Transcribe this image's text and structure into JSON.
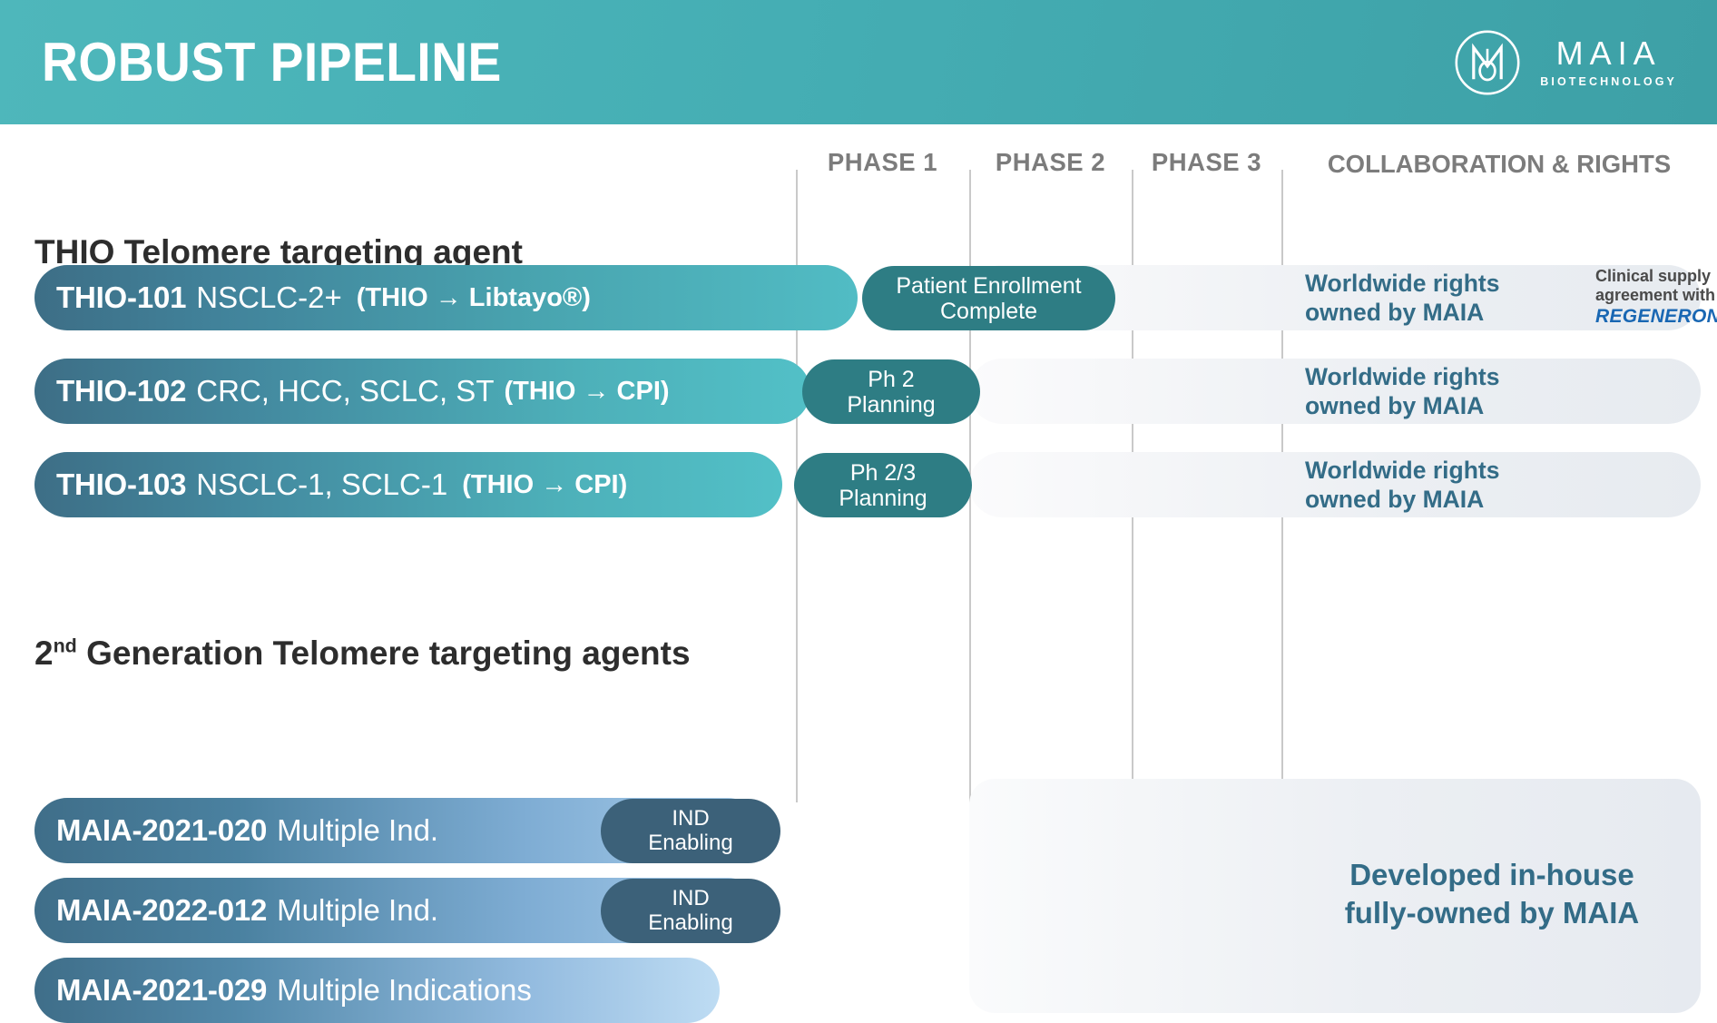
{
  "header": {
    "title": "ROBUST PIPELINE",
    "brand_name": "MAIA",
    "brand_sub": "BIOTECHNOLOGY",
    "logo_icon": "maia-monogram-icon",
    "bg_color_left": "#4eb7bb",
    "bg_color_right": "#3da0a6"
  },
  "columns": {
    "phase1": "PHASE 1",
    "phase2": "PHASE 2",
    "phase3": "PHASE 3",
    "collaboration": "COLLABORATION & RIGHTS"
  },
  "sections": [
    {
      "title": "THIO Telomere targeting agent",
      "title_prefix": "",
      "title_sup": ""
    },
    {
      "title_prefix": "2",
      "title_sup": "nd",
      "title": " Generation Telomere targeting agents"
    }
  ],
  "programs": [
    {
      "code": "THIO-101",
      "indication": "NSCLC-2+",
      "combination": "(THIO → Libtayo®)",
      "milestone": "Patient Enrollment Complete",
      "milestone_line1": "Patient Enrollment",
      "milestone_line2": "Complete",
      "rights": "Worldwide rights owned by MAIA",
      "rights_line1": "Worldwide rights",
      "rights_line2": "owned by MAIA",
      "note_line1": "Clinical supply",
      "note_line2": "agreement with",
      "note_partner": "REGENERON",
      "bar_color_start": "#3d6e86",
      "bar_color_end": "#51bcc4"
    },
    {
      "code": "THIO-102",
      "indication": "CRC, HCC, SCLC, ST",
      "combination": "(THIO → CPI)",
      "milestone": "Ph 2 Planning",
      "milestone_line1": "Ph 2",
      "milestone_line2": "Planning",
      "rights": "Worldwide rights owned by MAIA",
      "rights_line1": "Worldwide rights",
      "rights_line2": "owned by MAIA",
      "bar_color_start": "#3d6e86",
      "bar_color_end": "#52c0c7"
    },
    {
      "code": "THIO-103",
      "indication": "NSCLC-1, SCLC-1",
      "combination": "(THIO → CPI)",
      "milestone": "Ph 2/3 Planning",
      "milestone_line1": "Ph 2/3",
      "milestone_line2": "Planning",
      "rights": "Worldwide rights owned by MAIA",
      "rights_line1": "Worldwide rights",
      "rights_line2": "owned by MAIA",
      "bar_color_start": "#3d6e86",
      "bar_color_end": "#52c0c7"
    },
    {
      "code": "MAIA-2021-020",
      "indication": "Multiple Ind.",
      "combination": "",
      "milestone": "IND Enabling",
      "milestone_line1": "IND",
      "milestone_line2": "Enabling",
      "bar_color_start": "#3f6e89",
      "bar_color_end": "#a9cdea"
    },
    {
      "code": "MAIA-2022-012",
      "indication": "Multiple Ind.",
      "combination": "",
      "milestone": "IND Enabling",
      "milestone_line1": "IND",
      "milestone_line2": "Enabling",
      "bar_color_start": "#3f6e89",
      "bar_color_end": "#a9cdea"
    },
    {
      "code": "MAIA-2021-029",
      "indication": "Multiple Indications",
      "combination": "",
      "milestone": "",
      "milestone_line1": "",
      "milestone_line2": "",
      "bar_color_start": "#3f6e89",
      "bar_color_end": "#bedcf3"
    }
  ],
  "bottom_rights": {
    "line1": "Developed in-house",
    "line2": "fully-owned by MAIA",
    "color": "#336c87"
  }
}
